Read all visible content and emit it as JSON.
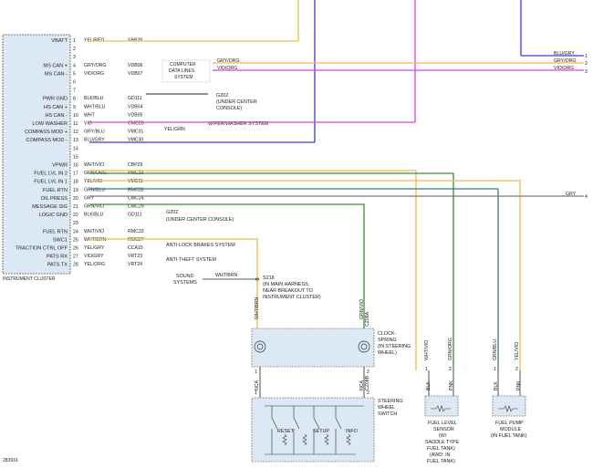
{
  "diagram_id": "283916",
  "cluster": {
    "title": "INSTRUMENT CLUSTER",
    "pins": [
      {
        "n": "1",
        "label": "VBATT",
        "color": "YEL/RED",
        "circuit": "SBP28"
      },
      {
        "n": "2",
        "label": "",
        "color": "",
        "circuit": ""
      },
      {
        "n": "3",
        "label": "",
        "color": "",
        "circuit": ""
      },
      {
        "n": "4",
        "label": "MS CAN +",
        "color": "GRY/ORG",
        "circuit": "VDB06"
      },
      {
        "n": "5",
        "label": "MS CAN -",
        "color": "VIO/ORG",
        "circuit": "VDB07"
      },
      {
        "n": "6",
        "label": "",
        "color": "",
        "circuit": ""
      },
      {
        "n": "7",
        "label": "",
        "color": "",
        "circuit": ""
      },
      {
        "n": "8",
        "label": "PWR GND",
        "color": "BLK/BLU",
        "circuit": "GD111"
      },
      {
        "n": "9",
        "label": "HS CAN +",
        "color": "WHT/BLU",
        "circuit": "VDB04"
      },
      {
        "n": "10",
        "label": "HS CAN -",
        "color": "WHT",
        "circuit": "VDB05"
      },
      {
        "n": "11",
        "label": "LOW WASHER",
        "color": "VIO",
        "circuit": "CMC20"
      },
      {
        "n": "12",
        "label": "COMPASS MOD +",
        "color": "GRY/BLU",
        "circuit": "VMC31"
      },
      {
        "n": "13",
        "label": "COMPASS MOD -",
        "color": "BLU/GRY",
        "circuit": "VMC30"
      },
      {
        "n": "14",
        "label": "",
        "color": "",
        "circuit": ""
      },
      {
        "n": "15",
        "label": "",
        "color": "",
        "circuit": ""
      },
      {
        "n": "16",
        "label": "VPWR",
        "color": "WHT/VIO",
        "circuit": "CBP29"
      },
      {
        "n": "17",
        "label": "FUEL LVL IN 2",
        "color": "GRN/ORG",
        "circuit": "VMC23"
      },
      {
        "n": "18",
        "label": "FUEL LVL IN 1",
        "color": "YEL/VIO",
        "circuit": "VMC11"
      },
      {
        "n": "19",
        "label": "FUEL RTN",
        "color": "GRN/BLU",
        "circuit": "RMC32"
      },
      {
        "n": "20",
        "label": "OIL PRESS",
        "color": "GRY",
        "circuit": "CMC24"
      },
      {
        "n": "21",
        "label": "MESSAGE SIG",
        "color": "GRN/VIO",
        "circuit": "CMC29"
      },
      {
        "n": "22",
        "label": "LOGIC GND",
        "color": "BLK/BLU",
        "circuit": "GD111"
      },
      {
        "n": "23",
        "label": "",
        "color": "",
        "circuit": ""
      },
      {
        "n": "24",
        "label": "FUEL RTN",
        "color": "WHT/VIO",
        "circuit": "RMC33"
      },
      {
        "n": "25",
        "label": "SWC1",
        "color": "WHT/BRN",
        "circuit": "RMC27"
      },
      {
        "n": "26",
        "label": "TRACTION CTRL OFF",
        "color": "YEL/GRY",
        "circuit": "CCA15"
      },
      {
        "n": "27",
        "label": "PATS RX",
        "color": "VIO/GRY",
        "circuit": "VRT23"
      },
      {
        "n": "28",
        "label": "PATS TX",
        "color": "YEL/ORG",
        "circuit": "VRT24"
      }
    ]
  },
  "labels": {
    "computer_data": "COMPUTER",
    "computer_data2": "DATA LINES",
    "computer_data3": "SYSTEM",
    "g202_a": "G202",
    "g202_a2": "(UNDER CENTER",
    "g202_a3": "CONSOLE)",
    "wiper": "WIPER/WASHER SYSTEM",
    "yel_grn": "YEL/GRN",
    "g202_b": "G202",
    "g202_b2": "(UNDER CENTER CONSOLE)",
    "abs": "ANTI-LOCK BRAKES SYSTEM",
    "antitheft": "ANTI-THEFT SYSTEM",
    "sound1": "SOUND",
    "sound2": "SYSTEMS",
    "wht_brn": "WHT/BRN",
    "s218": "S218",
    "s218_1": "(IN MAIN HARNESS,",
    "s218_2": "NEAR BREAKOUT TO",
    "s218_3": "INSTRUMENT CLUSTER)",
    "clock1": "CLOCK-",
    "clock2": "SPRING",
    "clock3": "(IN STEERING",
    "clock4": "WHEEL)",
    "sws1": "STEERING",
    "sws2": "WHEEL",
    "sws3": "SWITCH",
    "reset": "RESET",
    "setup": "SETUP",
    "info": "INFO",
    "fls1": "FUEL LEVEL",
    "fls2": "SENSOR",
    "fls3": "(W/",
    "fls4": "SADDLE TYPE",
    "fls5": "FUEL TANK)",
    "fls6": "(AWD: IN",
    "fls7": "FUEL TANK)",
    "fpm1": "FUEL PUMP",
    "fpm2": "MODULE",
    "fpm3": "(IN FUEL TANK)",
    "blu_gry": "BLU/GRY",
    "gry_org": "GRY/ORG",
    "vio_org": "VIO/ORG",
    "gry": "GRY",
    "r1": "1",
    "r2": "2",
    "r3": "3",
    "r4": "4",
    "v_wht_brn": "WHT/BRN",
    "v_grn_vio": "GRN/VIO",
    "v_nca": "NCA",
    "v_cz": "CZ08A",
    "v_cz2": "CZ08B",
    "v_nca2": "NCA",
    "v_wht_vio": "WHT/VIO",
    "v_grn_org": "GRN/ORG",
    "v_grn_blu": "GRN/BLU",
    "v_yel_vio": "YEL/VIO",
    "v_blk": "BLK",
    "v_pnk": "PNK",
    "v_blk2": "BLK",
    "v_pnk2": "PNK",
    "p1": "1",
    "p2": "2",
    "p3": "1",
    "p4": "2",
    "p5": "1",
    "p6": "2",
    "p7": "1",
    "p8": "2"
  },
  "colors": {
    "yellow_orange": "#f2b94a",
    "violet": "#d846d8",
    "blue": "#3a3ad8",
    "green": "#3c8c3c",
    "teal": "#3a7a7a",
    "gray": "#7a7a7a",
    "black": "#222222",
    "module_fill": "#dce9f5"
  }
}
